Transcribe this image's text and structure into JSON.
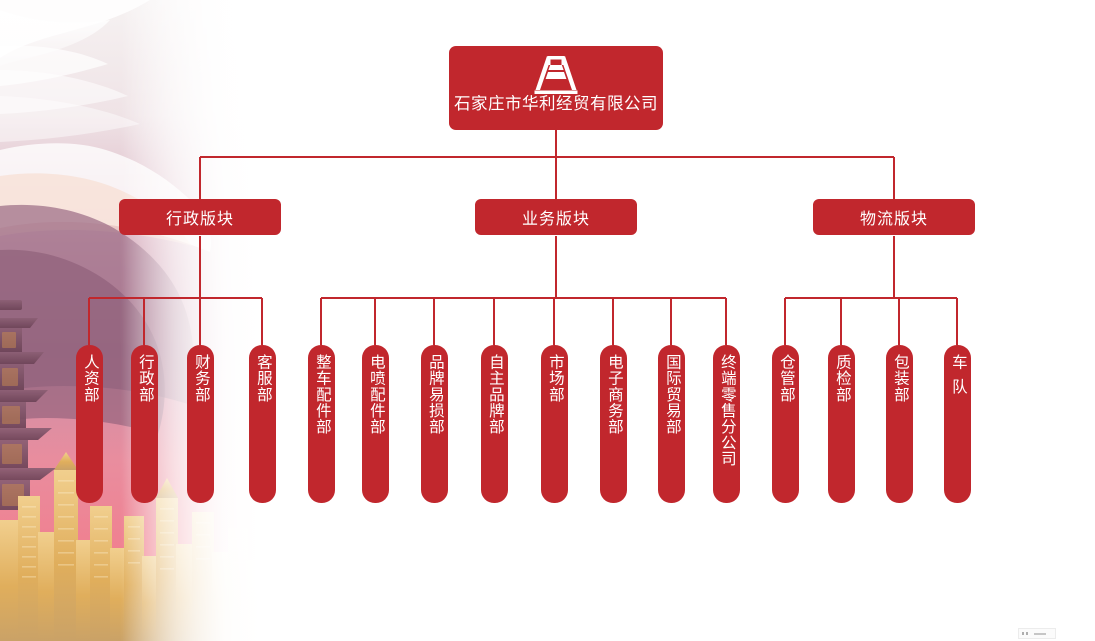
{
  "meta": {
    "title": "石家庄市华利经贸有限公司组织架构图",
    "accent_color": "#C1272D",
    "connector_color": "#C1272D",
    "text_color": "#FFFFFF",
    "background_color": "#FFFFFF",
    "network_line_color": "#E3D7BE"
  },
  "root": {
    "label": "石家庄市华利经贸有限公司",
    "logo_name": "company-arch-logo"
  },
  "divisions": [
    {
      "id": "admin",
      "label": "行政版块"
    },
    {
      "id": "business",
      "label": "业务版块"
    },
    {
      "id": "logistics",
      "label": "物流版块"
    }
  ],
  "departments": {
    "admin": [
      {
        "label": "人资部"
      },
      {
        "label": "行政部"
      },
      {
        "label": "财务部"
      },
      {
        "label": "客服部"
      }
    ],
    "business": [
      {
        "label": "整车配件部"
      },
      {
        "label": "电喷配件部"
      },
      {
        "label": "品牌易损部"
      },
      {
        "label": "自主品牌部"
      },
      {
        "label": "市场部"
      },
      {
        "label": "电子商务部"
      },
      {
        "label": "国际贸易部"
      },
      {
        "label": "终端零售分公司"
      }
    ],
    "logistics": [
      {
        "label": "仓管部"
      },
      {
        "label": "质检部"
      },
      {
        "label": "包装部"
      },
      {
        "label": "车队",
        "spaced": true
      }
    ]
  },
  "corner_artifact": {
    "name": "floating-mini-toolbar",
    "visible": true
  }
}
